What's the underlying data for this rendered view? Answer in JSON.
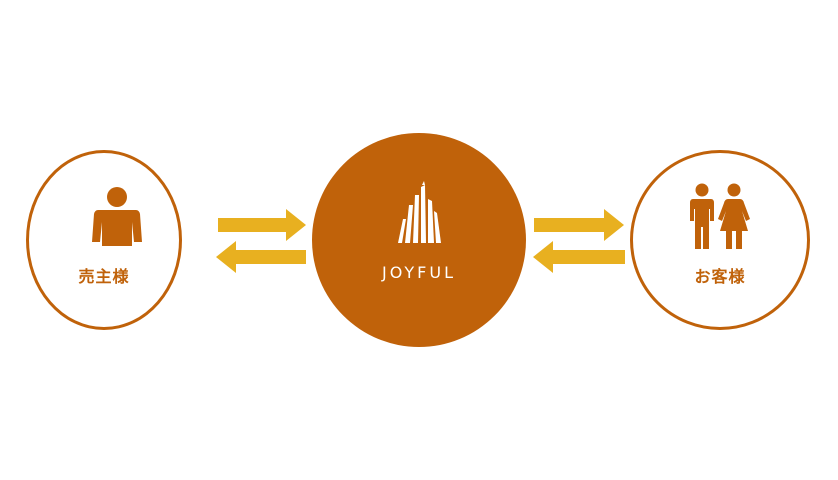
{
  "nodes": {
    "seller": {
      "label": "売主様",
      "icon": "person-icon"
    },
    "center": {
      "label": "JOYFUL",
      "icon": "building-logo-icon"
    },
    "customer": {
      "label": "お客様",
      "icon": "couple-icon"
    }
  },
  "colors": {
    "primary": "#c0620a",
    "arrow": "#e8b020",
    "background": "#ffffff",
    "on_primary": "#ffffff"
  }
}
